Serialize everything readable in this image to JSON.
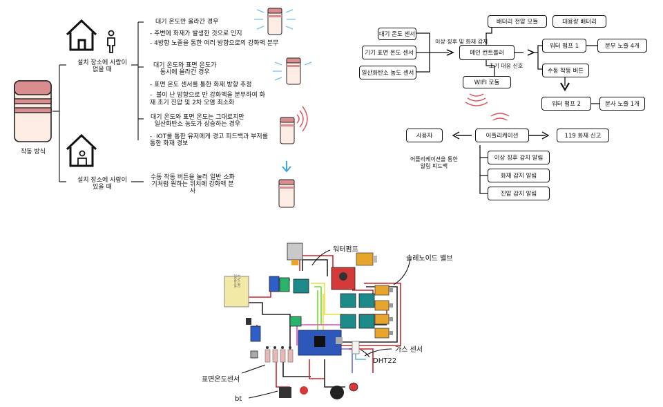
{
  "left": {
    "main_label": "작동 방식",
    "branch_empty": "설치 장소에 사람이\n없을 때",
    "branch_person": "설치 장소에 사람이\n있을 때",
    "case1_title": "대기 온도만 올라간 경우",
    "case1_b1": "-  주변에 화재가 발생한 것으로 인지",
    "case1_b2": "-  4방향 노즐을 통한 여러 방향으로의 강화액 분무",
    "case2_title": "대기 온도와 표면 온도가\n동시에 올라간 경우",
    "case2_b1": "-  표면 온도 센서를 통한 화재 방향 추정",
    "case2_b2": "-  불이 난 방향으로 만 강화액을 분무하여 화\n재 초기 진압 및 2차 오염 최소화",
    "case3_title": "대기 온도와 표면 온도는 그대로지만\n일산화탄소 농도가 상승하는 경우",
    "case3_b1": "-  IOT를 통한 유저에게 경고 피드백과 부저를\n통한 화재 경보",
    "case4_text": "수동 작동 버튼을 눌러 일반 소화\n기처럼 원하는 위치에 강화액 분\n사"
  },
  "right": {
    "sensor_air": "대기 온도 센서",
    "sensor_surface": "기기 표면 온도 센서",
    "sensor_co": "일산화탄소 농도 센서",
    "detect_label": "이상 징후 및 화재 감지",
    "battery_monitor": "배터리 전압 모듈",
    "big_battery": "대용량 배터리",
    "main_controller": "메인 컨트롤러",
    "initial_signal": "초기 대응 신호",
    "wifi": "WIFI 모듈",
    "pump1": "워터 펌프 1",
    "nozzle4": "분무 노즐 4개",
    "manual_button": "수동 작동 버튼",
    "pump2": "워터 펌프 2",
    "nozzle1": "분사 노즐 1개",
    "user": "사용자",
    "app": "어플리케이션",
    "report119": "119 화재 신고",
    "app_feedback": "어플리케이션을 통한\n알림 피드백",
    "alert_anomaly": "이상 징후 감지 알림",
    "alert_fire": "화재 감지 알림",
    "alert_done": "진압 감지 알림"
  },
  "circuit": {
    "label_pump": "워터펌프",
    "label_valve": "솔레노이드 밸브",
    "label_gas": "가스 센서",
    "label_dht": "DHT22",
    "label_surface": "표면온도센서",
    "label_bt": "bt",
    "battery_text": "3.7V LIPO\n2000mAh"
  }
}
